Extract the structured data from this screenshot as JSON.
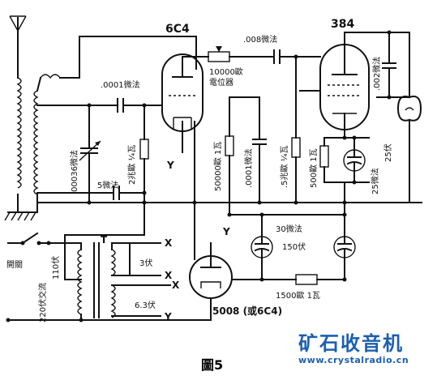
{
  "figure_caption": "圖5",
  "watermark": {
    "title": "矿石收音机",
    "url": "www.crystalradio.cn"
  },
  "tubes": {
    "detector": "6C4",
    "output": "384",
    "rectifier": "5008 (或6C4)"
  },
  "component_labels": {
    "cap_coupling_top": ".008微法",
    "pot": "10000歐\n電位器",
    "cap_grid": ".0001微法",
    "cap_variable": ".00036微法",
    "res_grid_leak": "2兆歐 ¼瓦",
    "cap_5uf": "5微法",
    "res_50000": "50000歐 1瓦",
    "cap_0001": ".0001微法",
    "res_5meg": ".5兆歐 ¼瓦",
    "res_500": "500歐 1瓦",
    "cap_002": ".002微法",
    "cap_25uf": "25微法",
    "volt_25": "25伏",
    "cap_30uf": "30微法",
    "volt_150": "150伏",
    "res_1500": "1500歐 1瓦",
    "volt_110": "110伏",
    "volt_220": "220伏交流",
    "volt_3": "3伏",
    "volt_63": "6.3伏",
    "transformer": "T",
    "switch": "開關"
  },
  "terminals": {
    "x": "X",
    "y": "Y"
  }
}
